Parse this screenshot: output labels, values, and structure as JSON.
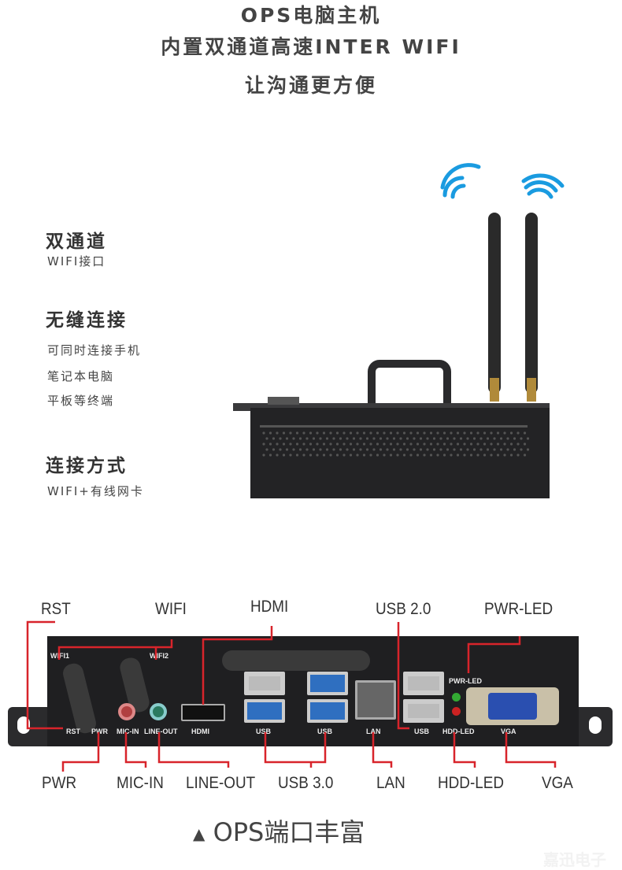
{
  "header": {
    "line1": "OPS电脑主机",
    "line2": "内置双通道高速INTER WIFI",
    "line3": "让沟通更方便"
  },
  "features": [
    {
      "title": "双通道",
      "lines": [
        "WIFI接口"
      ]
    },
    {
      "title": "无缝连接",
      "lines": [
        "可同时连接手机",
        "笔记本电脑",
        "平板等终端"
      ]
    },
    {
      "title": "连接方式",
      "lines": [
        "WIFI+有线网卡"
      ]
    }
  ],
  "callouts": {
    "top": [
      "RST",
      "WIFI",
      "HDMI",
      "USB 2.0",
      "PWR-LED"
    ],
    "bottom": [
      "PWR",
      "MIC-IN",
      "LINE-OUT",
      "USB 3.0",
      "LAN",
      "HDD-LED",
      "VGA"
    ]
  },
  "panel_labels": [
    "WIFI1",
    "WIFI2",
    "RST",
    "PWR",
    "MIC-IN",
    "LINE-OUT",
    "HDMI",
    "USB",
    "USB",
    "LAN",
    "USB",
    "HDD-LED",
    "VGA",
    "PWR-LED"
  ],
  "caption": {
    "icon": "▲",
    "text": "OPS端口丰富"
  },
  "watermark": "嘉迅电子",
  "colors": {
    "callout_line": "#d8242b",
    "wifi_icon": "#1a9be0",
    "chassis": "#232325"
  }
}
